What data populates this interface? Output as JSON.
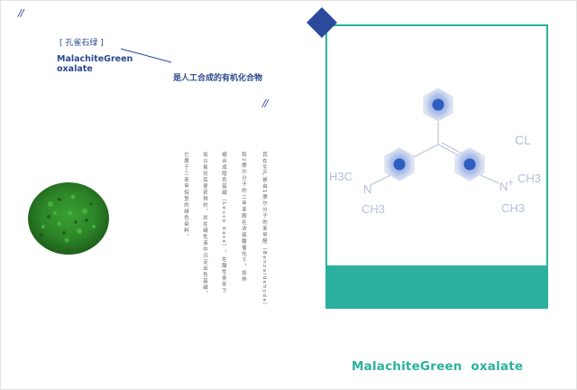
{
  "header": {
    "slash_left": "//",
    "slash_mid": "//",
    "bracket_label": "[ 孔雀石绿 ]",
    "en_title": "MalachiteGreen\noxalate",
    "cn_subtitle": "是人工合成的有机化合物"
  },
  "body_columns": [
    "其在生产是由1摩尔分子的苯甲醛（Benzaldehyde）",
    "和2摩尔分子的二甲苯胺在浓硫酸催化下，加热",
    "缩合成隐色基碱（Leuco base），在酸性条件下",
    "加以氧化后便获得的，并在碱性液中沉淀出色基碱。",
    "它属于三苯甲烷型的绿色染料。"
  ],
  "molecule": {
    "label_cl": "CL",
    "label_h3c": "H3C",
    "label_n_left": "N",
    "label_ch3_left": "CH3",
    "label_n_right": "N",
    "label_plus": "+",
    "label_ch3_right_top": "CH3",
    "label_ch3_right_bottom": "CH3"
  },
  "footer": {
    "title": "MalachiteGreen  oxalate"
  },
  "colors": {
    "navy": "#2b4a9c",
    "teal": "#2bb19e",
    "powder_green": "#2f8a2a",
    "molecule_gray": "#b5bfd8"
  }
}
